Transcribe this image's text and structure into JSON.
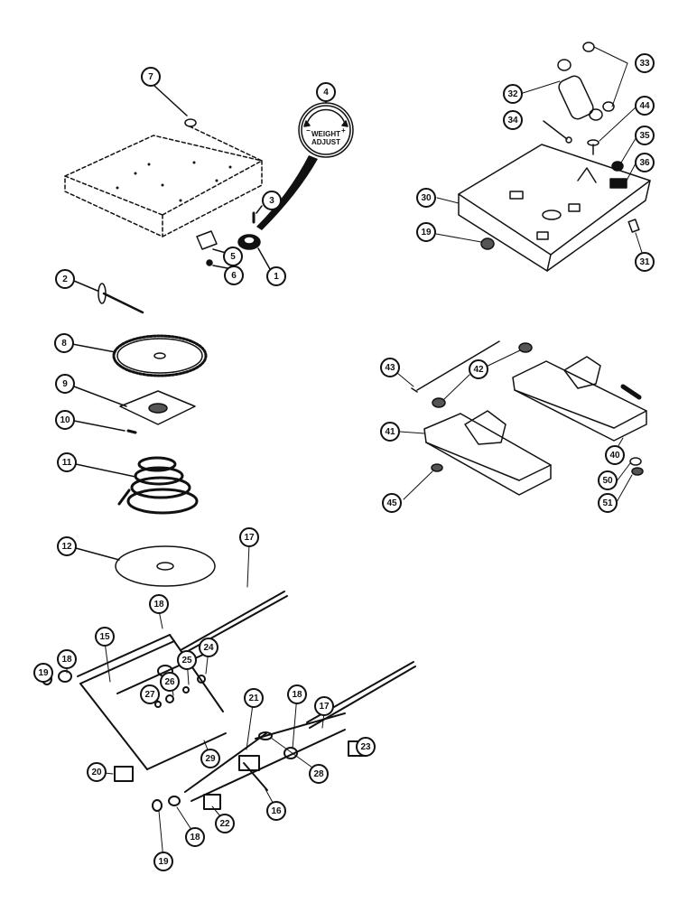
{
  "dial": {
    "label_line1": "WEIGHT",
    "label_line2": "ADJUST",
    "minus": "−",
    "plus": "+"
  },
  "callouts": [
    "7",
    "4",
    "3",
    "1",
    "5",
    "6",
    "2",
    "8",
    "9",
    "10",
    "11",
    "12",
    "17",
    "18",
    "15",
    "25",
    "24",
    "26",
    "27",
    "19",
    "18",
    "21",
    "29",
    "20",
    "17",
    "18",
    "23",
    "28",
    "16",
    "22",
    "18",
    "19",
    "33",
    "32",
    "34",
    "44",
    "35",
    "36",
    "30",
    "19",
    "31",
    "43",
    "42",
    "41",
    "40",
    "50",
    "51",
    "45"
  ]
}
